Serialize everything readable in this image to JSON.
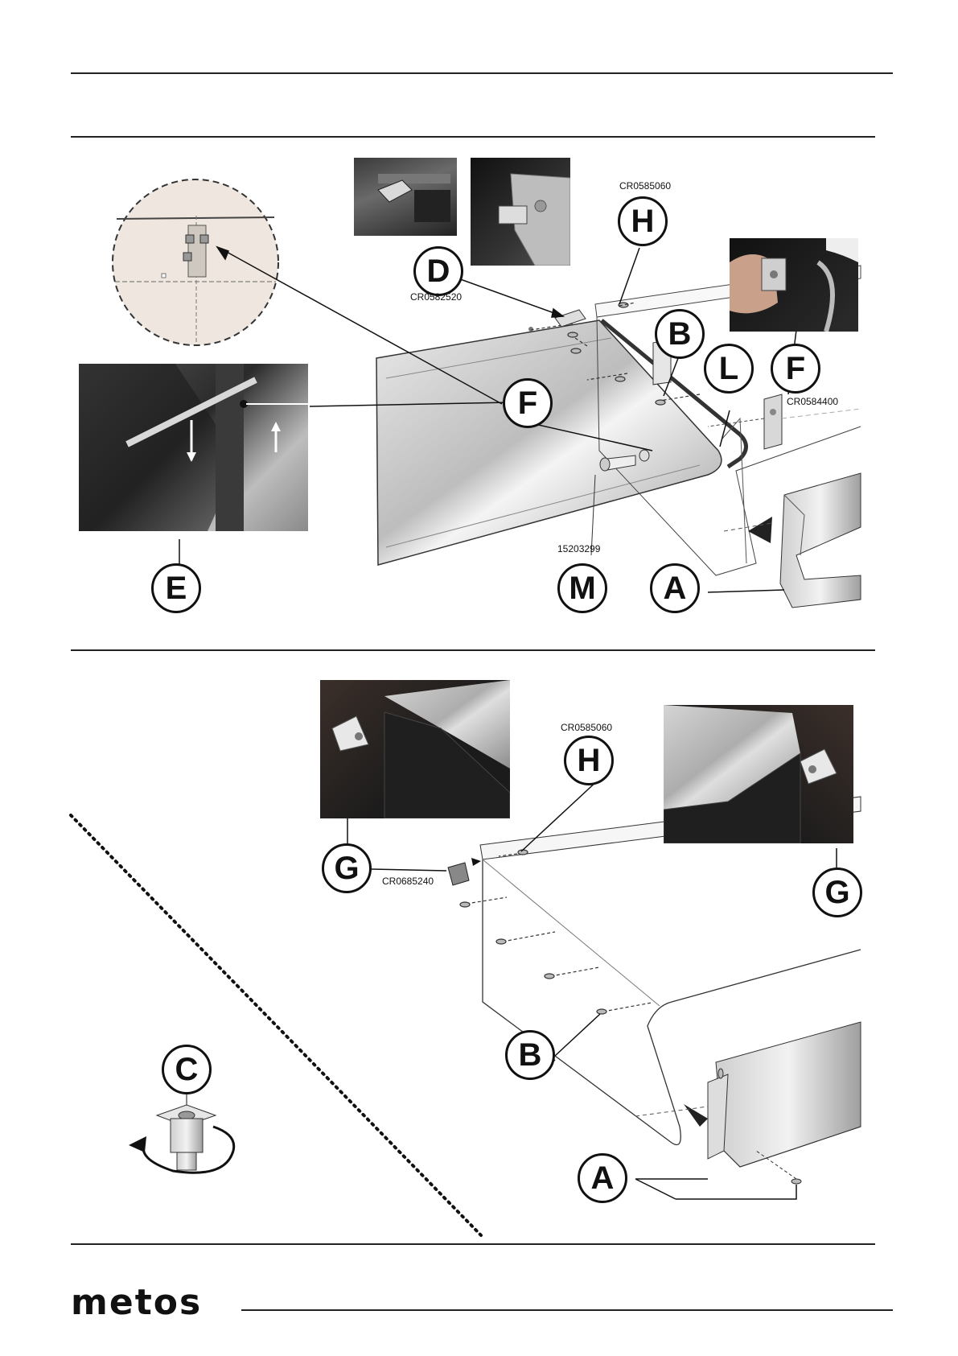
{
  "brand": {
    "logo_text": "metos"
  },
  "section1": {
    "callouts": {
      "D": "D",
      "H": "H",
      "B": "B",
      "L": "L",
      "F1": "F",
      "F2": "F",
      "E": "E",
      "M": "M",
      "A": "A"
    },
    "codes": {
      "H": "CR0585060",
      "D": "CR0582520",
      "F": "CR0584400",
      "M": "15203299"
    }
  },
  "section2": {
    "callouts": {
      "H": "H",
      "G1": "G",
      "G2": "G",
      "B": "B",
      "A": "A",
      "C": "C"
    },
    "codes": {
      "H": "CR0585060",
      "G": "CR0685240"
    }
  }
}
